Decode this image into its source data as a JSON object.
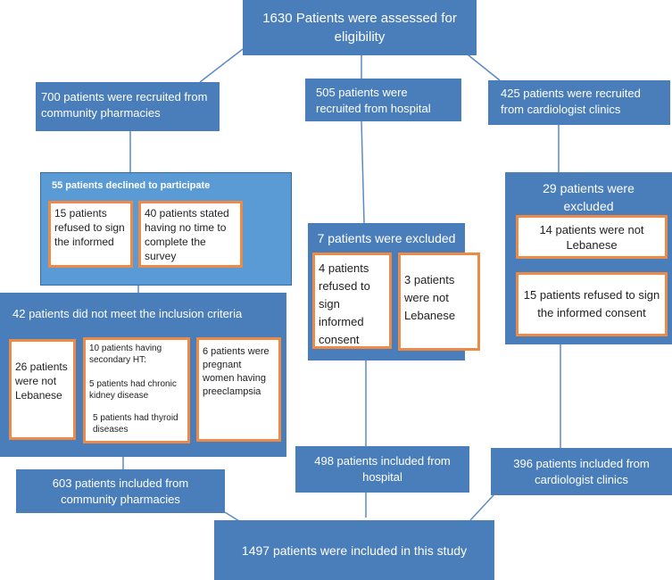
{
  "diagram": {
    "colors": {
      "node_fill": "#4a7ebb",
      "inner_fill": "#5b9bd5",
      "sub_box_border": "#ed8a45",
      "connector": "#5b8ac5"
    },
    "assessed": "1630 Patients were assessed for eligibility",
    "recruited_pharmacy": "700 patients were recruited from community pharmacies",
    "recruited_hospital": "505 patients were recruited from hospital",
    "recruited_cardiology": "425 patients were recruited from cardiologist clinics",
    "declined": {
      "title": "55 patients declined to participate",
      "refused": "15 patients refused to sign the informed",
      "no_time": "40 patients stated having no time to complete the survey"
    },
    "not_meet_criteria": {
      "title": "42 patients did not meet the inclusion criteria",
      "not_lebanese": "26 patients were not Lebanese",
      "secondary_ht": "10 patients having secondary HT:",
      "kidney": "5 patients had chronic kidney disease",
      "thyroid": "5 patients had thyroid diseases",
      "preeclampsia": "6 patients were pregnant women having preeclampsia"
    },
    "hospital_excluded": {
      "title": "7 patients were excluded",
      "refused": "4 patients refused to sign informed consent",
      "not_lebanese": "3 patients were not Lebanese"
    },
    "cardiology_excluded": {
      "title": "29 patients were excluded",
      "not_lebanese": "14 patients were not Lebanese",
      "refused": "15 patients refused to sign the informed consent"
    },
    "included_pharmacy": "603 patients included from community pharmacies",
    "included_hospital": "498 patients included from hospital",
    "included_cardiology": "396 patients included from cardiologist clinics",
    "total_included": "1497 patients were included in this study"
  }
}
